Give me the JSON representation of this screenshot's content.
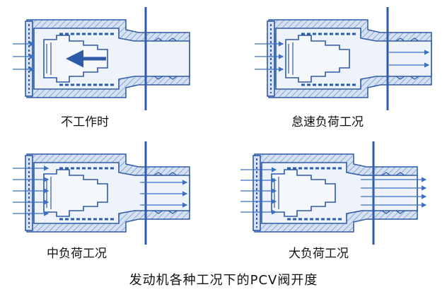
{
  "figure": {
    "caption": "发动机各种工况下的PCV阀开度",
    "panels": [
      {
        "id": "idle",
        "label": "不工作时"
      },
      {
        "id": "rapid-decel",
        "label": "怠速负荷工况"
      },
      {
        "id": "medium-load",
        "label": "中负荷工况"
      },
      {
        "id": "high-load",
        "label": "大负荷工况"
      }
    ]
  },
  "colors": {
    "line": "#2e5aa8",
    "fill": "#d6e2f2",
    "flow": "#3a6fc4"
  }
}
